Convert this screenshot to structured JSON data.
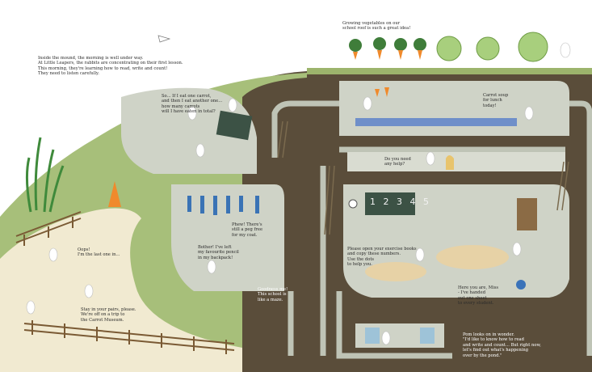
{
  "story": {
    "intro": "Inside the mound, the morning is well under way.\nAt Little Leapers, the rabbits are concentrating on their first lesson.\nThis morning, they're learning how to read, write and count!\nThey need to listen carefully.",
    "roof_caption": "Growing vegetables on our\nschool roof is such a great idea!",
    "teacher_question": "So... If I eat one carrot,\nand then I eat another one...\nhow many carrots\nwill I have eaten in total?",
    "carrot_soup": "Carrot soup\nfor lunch\ntoday!",
    "need_help": "Do you need\nany help?",
    "peg_free": "Phew! There's\nstill a peg free\nfor my coat.",
    "left_pencil": "Bother! I've left\nmy favourite pencil\nin my backpack!",
    "oops": "Oops!\nI'm the last one in...",
    "goodness": "Goodness me!\nThis school is\nlike a maze.",
    "stay_in_pairs": "Stay in your pairs, please.\nWe're off on a trip to\nthe Carrot Museum.",
    "exercise_books": "Please open your exercise books\nand copy these numbers.\nUse the dots\nto help you.",
    "here_you_are": "Here you are, Miss\n- I've handed\nout one sheet\nto every student.",
    "pom_wonder": "Pom looks on in wonder.\n\"I'd like to know how to read\nand write and count... But right now,\nlet's find out what's happening\nover by the pond.\""
  },
  "board_digits": "1 2 3 4 5",
  "colors": {
    "soil": "#5a4d3a",
    "grass": "#a7bf7a",
    "room_wall": "#cfd3c7",
    "floor": "#e2e4da",
    "path": "#f1ead1",
    "tunnel": "#bfc4b6",
    "chalkboard": "#3c5245",
    "carrot": "#f08a2c",
    "rabbit": "#ffffff"
  },
  "icons": [
    "rabbit-icon",
    "carrot-icon",
    "lettuce-icon",
    "gnome-hat-icon",
    "paper-plane-icon",
    "reeds-icon",
    "fence-icon",
    "ladder-icon",
    "chalkboard-icon",
    "bookshelf-icon",
    "globe-icon",
    "clock-icon",
    "door-icon",
    "window-icon"
  ]
}
